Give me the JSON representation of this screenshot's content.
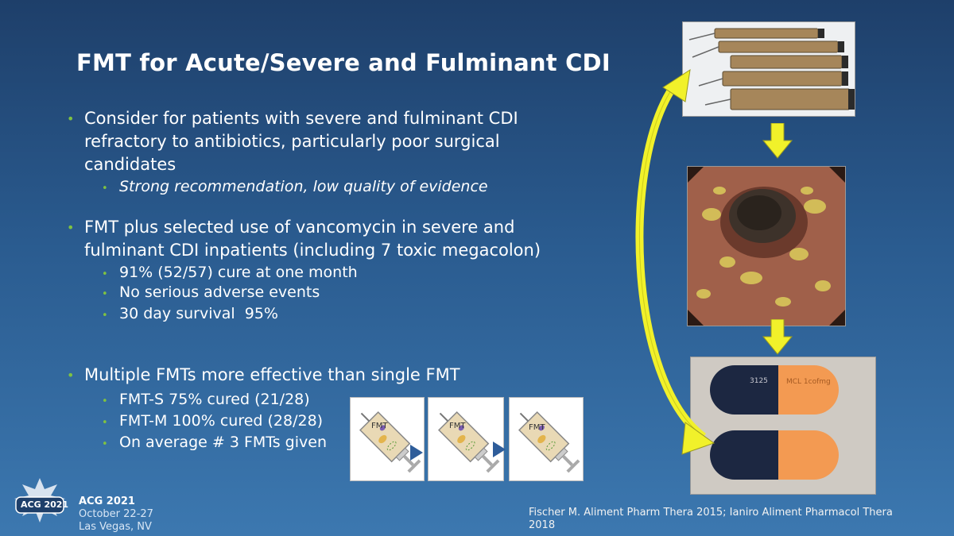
{
  "slide": {
    "title": "FMT for Acute/Severe and Fulminant CDI",
    "bullets": [
      {
        "text_line1": "Consider for patients with severe and fulminant CDI",
        "text_line2": "refractory to antibiotics, particularly poor surgical",
        "text_line3": "candidates",
        "sub": [
          "Strong recommendation, low quality of evidence"
        ]
      },
      {
        "text_line1": "FMT plus selected use of vancomycin in severe and",
        "text_line2": "fulminant CDI inpatients (including 7 toxic megacolon)",
        "sub": [
          "91% (52/57) cure at one month",
          "No serious adverse events",
          "30 day survival  95%"
        ]
      },
      {
        "text_line1": "Multiple FMTs more effective than single FMT",
        "sub": [
          "FMT-S 75% cured (21/28)",
          "FMT-M 100% cured (28/28)",
          "On average # 3 FMTs given"
        ]
      }
    ],
    "fmt_label": "FMT"
  },
  "footer": {
    "logo_text": "ACG 2021",
    "conf_name": "ACG 2021",
    "conf_dates": "October 22-27",
    "conf_location": "Las Vegas, NV",
    "citation_line1": "Fischer M. Aliment Pharm Thera 2015; Ianiro Aliment Pharmacol Thera",
    "citation_line2": "2018"
  },
  "images": {
    "capsule_text_top": "3125",
    "capsule_text_side": "MCL 1cofmg"
  },
  "colors": {
    "bullet_dot": "#7fc241",
    "arrow_yellow": "#f1f12a",
    "capsule_orange": "#f39a52",
    "capsule_navy": "#1c2741"
  }
}
